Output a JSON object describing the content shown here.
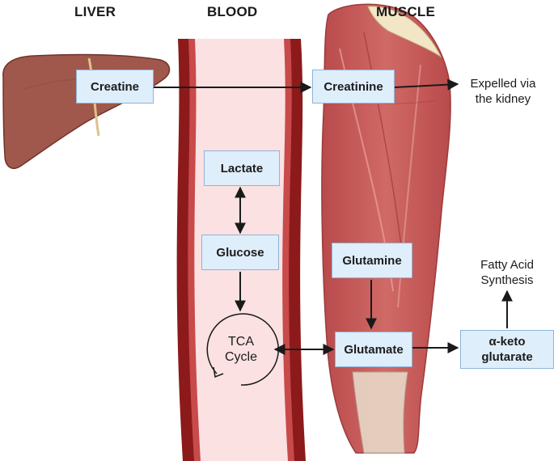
{
  "headers": {
    "liver": "LIVER",
    "blood": "BLOOD",
    "muscle": "MUSCLE"
  },
  "nodes": {
    "creatine": "Creatine",
    "creatinine": "Creatinine",
    "expelled": "Expelled via\nthe kidney",
    "lactate": "Lactate",
    "glucose": "Glucose",
    "tca": "TCA\nCycle",
    "glutamine": "Glutamine",
    "glutamate": "Glutamate",
    "ketoglutarate": "α-keto\nglutarate",
    "fatty_acid": "Fatty Acid\nSynthesis"
  },
  "colors": {
    "liver": "#a0574c",
    "vessel_wall": "#8c1a1a",
    "vessel_lumen": "#fbe1e2",
    "muscle": "#c9605e",
    "box_fill": "#dfeefb",
    "box_border": "#8fb3d9",
    "arrow": "#1a1a1a"
  }
}
